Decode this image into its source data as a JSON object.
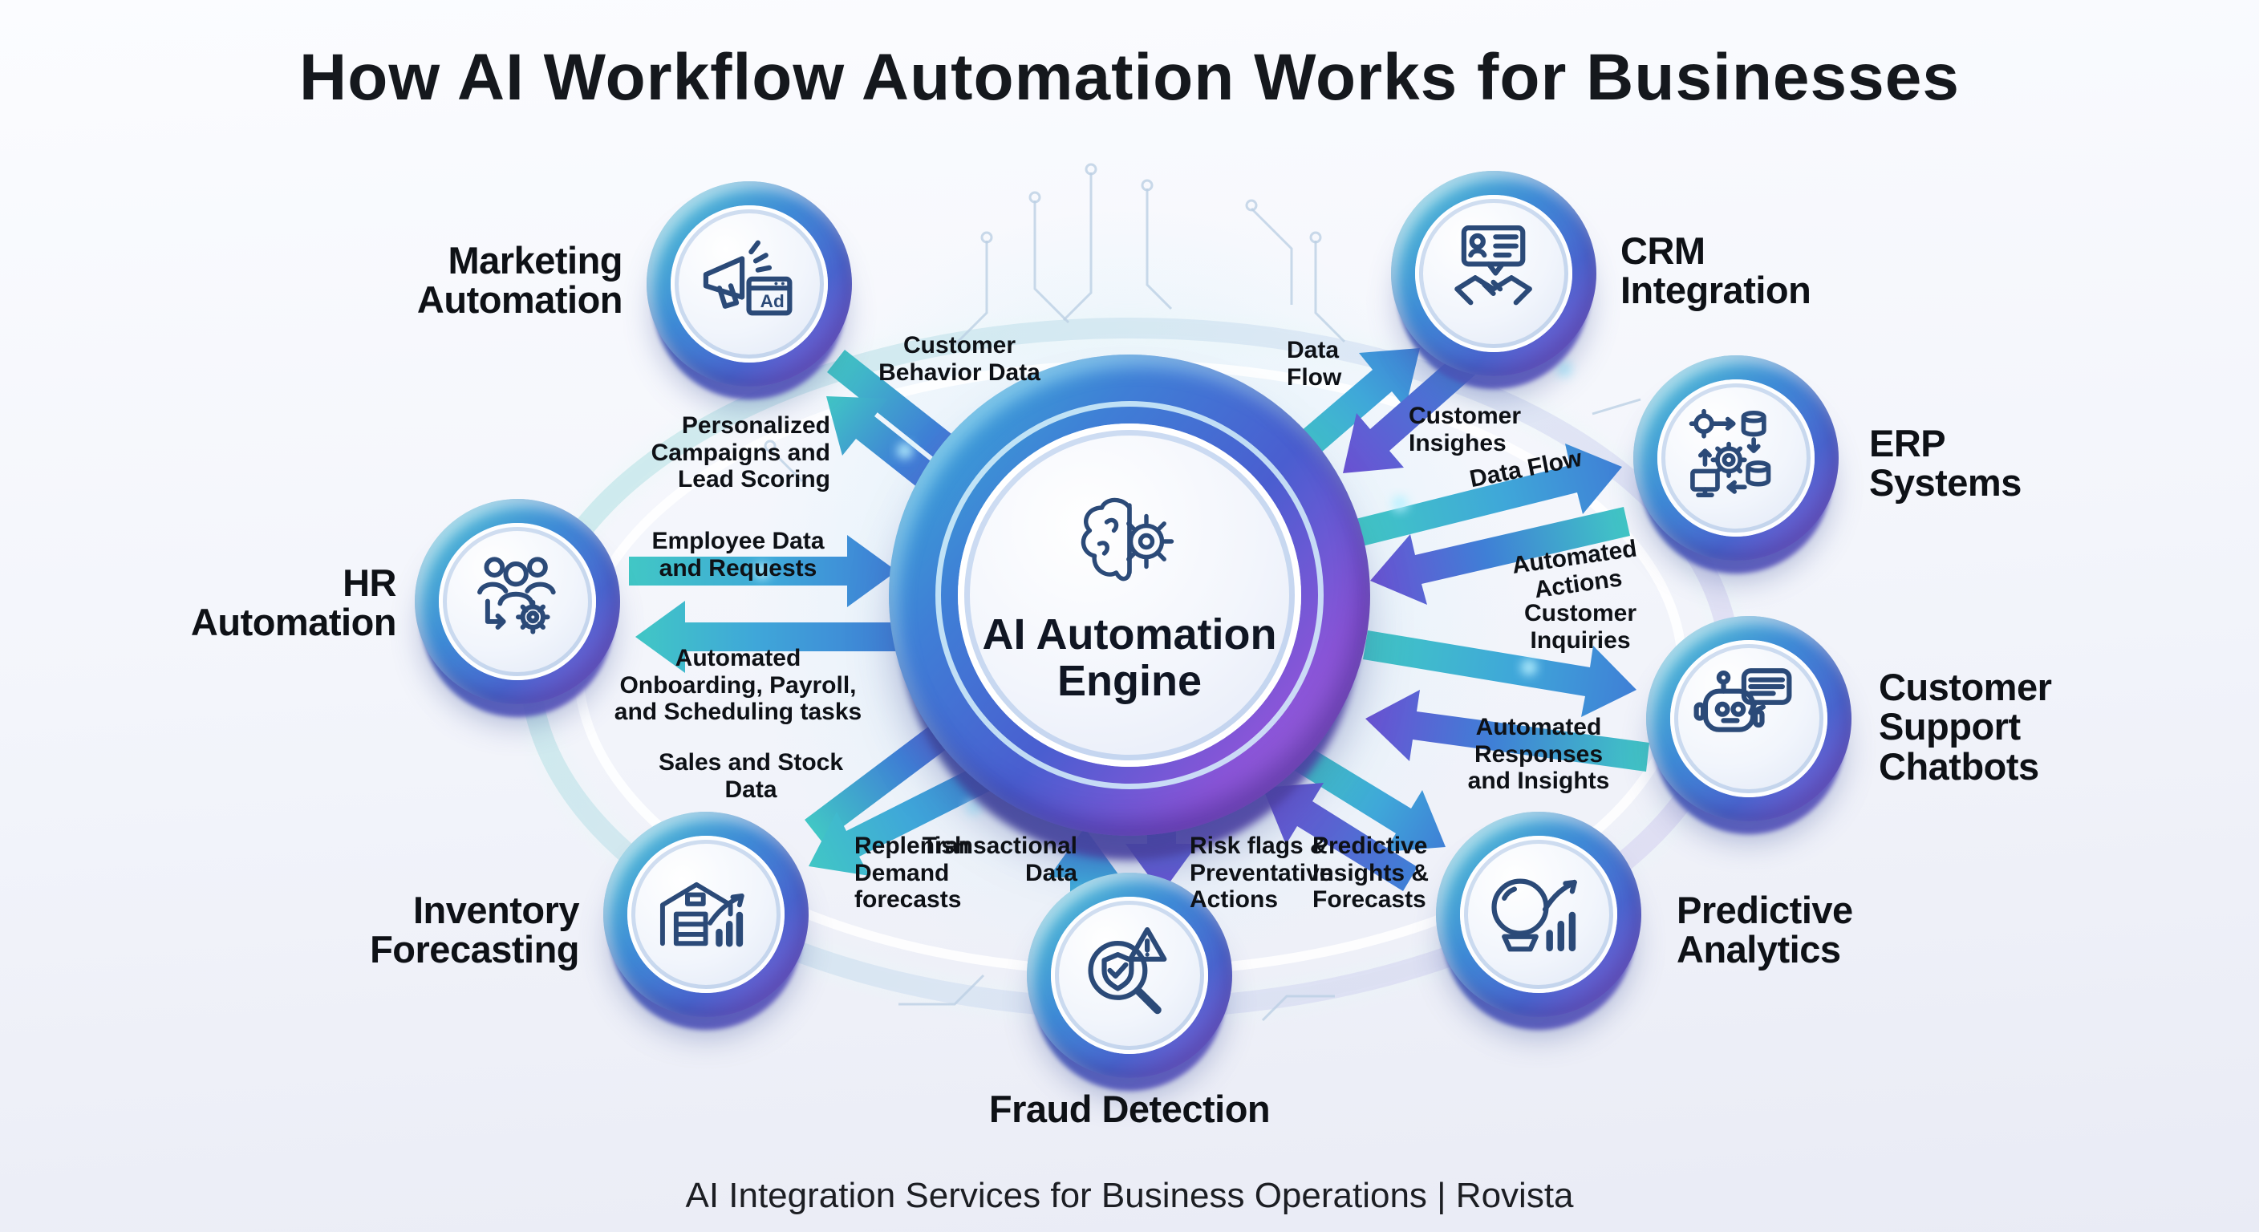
{
  "title": "How AI Workflow Automation Works for Businesses",
  "caption": "AI Integration Services for Business Operations | Rovista",
  "hub": {
    "label": "AI Automation\nEngine",
    "icon": "brain-gear-icon"
  },
  "nodes": [
    {
      "id": "marketing-automation",
      "label": "Marketing\nAutomation",
      "icon": "megaphone-ad-icon",
      "icon_badge": "Ad"
    },
    {
      "id": "crm-integration",
      "label": "CRM\nIntegration",
      "icon": "handshake-contact-icon"
    },
    {
      "id": "erp-systems",
      "label": "ERP\nSystems",
      "icon": "gear-database-sync-icon"
    },
    {
      "id": "customer-support-chatbots",
      "label": "Customer\nSupport\nChatbots",
      "icon": "chatbot-speech-icon"
    },
    {
      "id": "predictive-analytics",
      "label": "Predictive\nAnalytics",
      "icon": "crystal-ball-chart-icon"
    },
    {
      "id": "fraud-detection",
      "label": "Fraud Detection",
      "icon": "magnifier-shield-alert-icon"
    },
    {
      "id": "inventory-forecasting",
      "label": "Inventory\nForecasting",
      "icon": "warehouse-bars-icon"
    },
    {
      "id": "hr-automation",
      "label": "HR\nAutomation",
      "icon": "team-gear-icon"
    }
  ],
  "flow_labels": [
    {
      "id": "customer-behavior-data",
      "text": "Customer\nBehavior Data"
    },
    {
      "id": "personalized-campaigns",
      "text": "Personalized\nCampaigns and\nLead Scoring"
    },
    {
      "id": "data-flow-crm",
      "text": "Data\nFlow"
    },
    {
      "id": "customer-insights",
      "text": "Customer\nInsighes"
    },
    {
      "id": "data-flow-erp",
      "text": "Data Flow"
    },
    {
      "id": "automated-actions",
      "text": "Automated\nActions"
    },
    {
      "id": "customer-inquiries",
      "text": "Customer\nInquiries"
    },
    {
      "id": "automated-responses",
      "text": "Automated\nResponses\nand Insights"
    },
    {
      "id": "predictive-insights",
      "text": "Predictive\nInsights &\nForecasts"
    },
    {
      "id": "risk-flags",
      "text": "Risk flags &\nPreventative\nActions"
    },
    {
      "id": "transactional-data",
      "text": "Transactional\nData"
    },
    {
      "id": "replenish-demand",
      "text": "Replenish\nDemand\nforecasts"
    },
    {
      "id": "sales-stock-data",
      "text": "Sales and Stock\nData"
    },
    {
      "id": "employee-data",
      "text": "Employee Data\nand Requests"
    },
    {
      "id": "automated-onboarding",
      "text": "Automated\nOnboarding, Payroll,\nand Scheduling tasks"
    }
  ],
  "colors": {
    "teal": "#41c7c5",
    "light_blue": "#3fa7d9",
    "blue": "#3f7fd6",
    "purple": "#6b52d3",
    "icon_stroke": "#2b4a78",
    "text": "#0e1116"
  }
}
